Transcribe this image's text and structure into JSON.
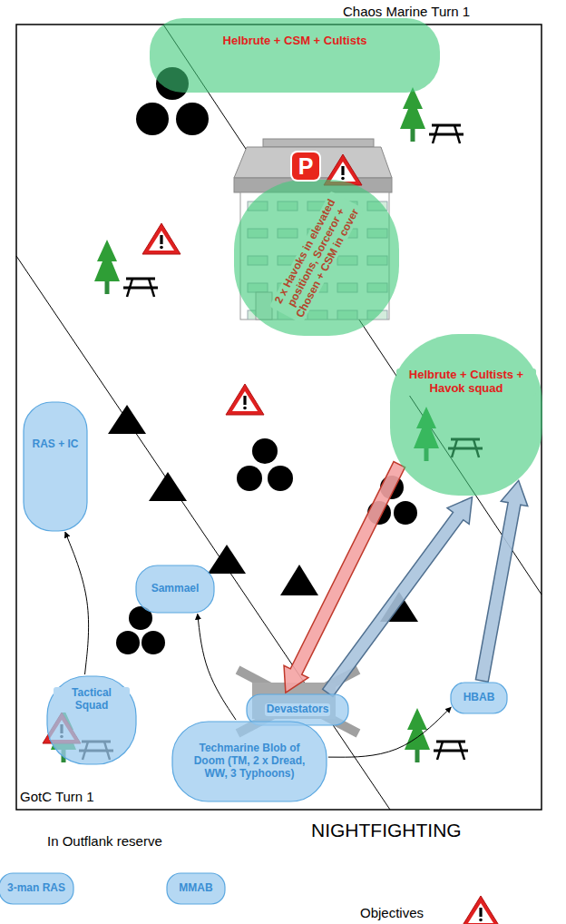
{
  "diagram": {
    "nodes": [
      {
        "text": [
          "Helbrute + CSM + Cultists"
        ]
      },
      {
        "text": [
          "2 x Havoks in elevated positions, Sorceror + Chosen + CSM in cover"
        ]
      },
      {
        "text": [
          "Helbrute + Cultists + Havok squad"
        ]
      },
      {
        "text": [
          "RAS + IC"
        ]
      },
      {
        "text": [
          "Sammael"
        ]
      },
      {
        "text": [
          "Tactical Squad"
        ]
      },
      {
        "text": [
          "Devastators"
        ]
      },
      {
        "text": [
          "Techmarine Blob of Doom (TM, 2 x Dread, WW, 3 Typhoons)"
        ]
      },
      {
        "text": [
          "HBAB"
        ]
      },
      {
        "text": [
          "3-man RAS"
        ]
      },
      {
        "text": [
          "MMAB"
        ]
      }
    ],
    "edges": [
      {
        "from": 2,
        "to": 6,
        "arrow": "to"
      },
      {
        "from": 6,
        "to": 2,
        "arrow": "to"
      },
      {
        "from": 8,
        "to": 2,
        "arrow": "to"
      },
      {
        "from": 5,
        "to": 3,
        "arrow": "to"
      },
      {
        "from": 7,
        "to": 4,
        "arrow": "to"
      },
      {
        "from": 7,
        "to": 8,
        "arrow": "to"
      }
    ],
    "labels": [
      "Chaos Marine Turn 1",
      "GotC Turn 1",
      "NIGHTFIGHTING",
      "In Outflank reserve",
      "P"
    ],
    "legend": [
      {
        "text": "Objectives"
      }
    ]
  }
}
